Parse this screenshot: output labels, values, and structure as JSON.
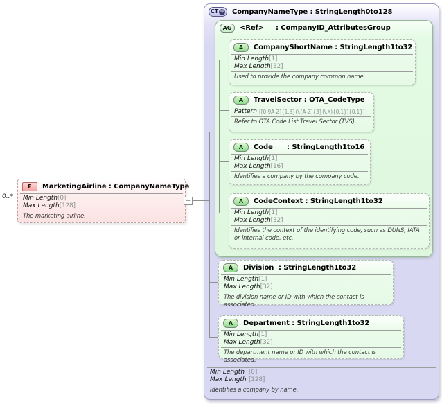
{
  "element": {
    "badge": "E",
    "cardinality": "0..*",
    "title": "MarketingAirline : CompanyNameType",
    "facets": [
      {
        "label": "Min Length",
        "value": "[0]"
      },
      {
        "label": "Max Length",
        "value": "[128]"
      }
    ],
    "annotation": "The marketing airline."
  },
  "connector": {
    "collapse_glyph": "−"
  },
  "complex_type": {
    "badge": "CT",
    "expand_glyph": "+",
    "title": "CompanyNameType : StringLength0to128",
    "facets": [
      {
        "label": "Min Length",
        "value": "[0]"
      },
      {
        "label": "Max Length",
        "value": "[128]"
      }
    ],
    "annotation": "Identifies a company by name.",
    "attribute_group": {
      "badge": "AG",
      "title": "<Ref>     : CompanyID_AttributesGroup",
      "attributes": [
        {
          "badge": "A",
          "title": "CompanyShortName : StringLength1to32",
          "facets": [
            {
              "label": "Min Length",
              "value": "[1]"
            },
            {
              "label": "Max Length",
              "value": "[32]"
            }
          ],
          "annotation": "Used to provide the company common name."
        },
        {
          "badge": "A",
          "title": "TravelSector : OTA_CodeType",
          "facets": [
            {
              "label": "Pattern",
              "value": "[[0-9A-Z]{1,3}(\\.[A-Z]{3}(\\.X){0,1}){0,1}]"
            }
          ],
          "annotation": "Refer to OTA Code List Travel Sector (TVS)."
        },
        {
          "badge": "A",
          "title": "Code      : StringLength1to16",
          "facets": [
            {
              "label": "Min Length",
              "value": "[1]"
            },
            {
              "label": "Max Length",
              "value": "[16]"
            }
          ],
          "annotation": "Identifies a company by the company code."
        },
        {
          "badge": "A",
          "title": "CodeContext : StringLength1to32",
          "facets": [
            {
              "label": "Min Length",
              "value": "[1]"
            },
            {
              "label": "Max Length",
              "value": "[32]"
            }
          ],
          "annotation": "Identifies the context of the identifying code, such as DUNS, IATA or internal code, etc."
        }
      ]
    },
    "attributes": [
      {
        "badge": "A",
        "title": "Division  : StringLength1to32",
        "facets": [
          {
            "label": "Min Length",
            "value": "[1]"
          },
          {
            "label": "Max Length",
            "value": "[32]"
          }
        ],
        "annotation": "The division name or ID with which the contact is associated."
      },
      {
        "badge": "A",
        "title": "Department : StringLength1to32",
        "facets": [
          {
            "label": "Min Length",
            "value": "[1]"
          },
          {
            "label": "Max Length",
            "value": "[32]"
          }
        ],
        "annotation": "The department name or ID with which the contact is associated."
      }
    ]
  },
  "colors": {
    "element_fill": "#fbe2e2",
    "complex_type_fill": "#d9d8f2",
    "attribute_group_fill": "#e4fae4",
    "attribute_fill": "#ebfbeb",
    "connector": "#8f8f8f"
  }
}
